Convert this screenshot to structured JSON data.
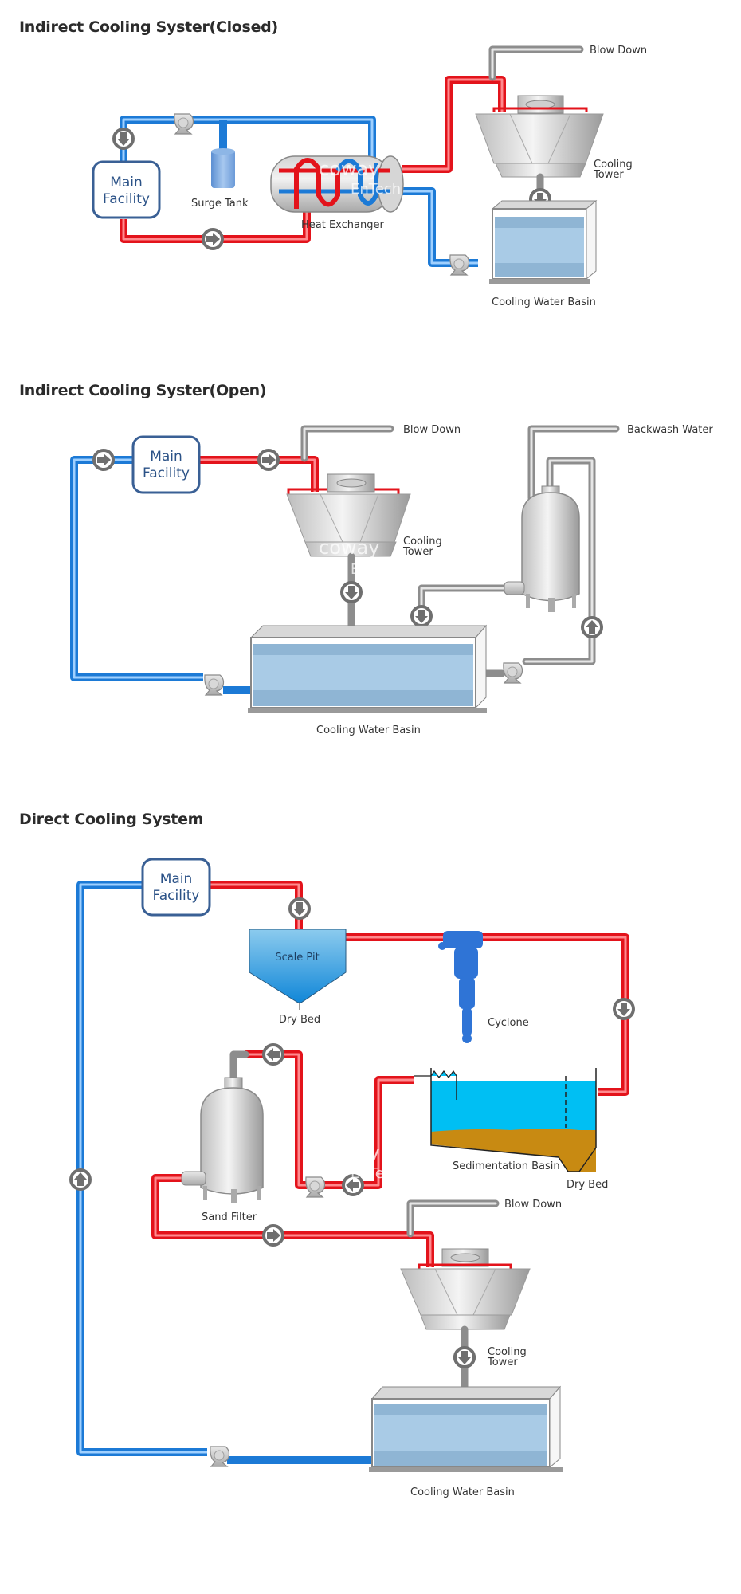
{
  "sections": [
    {
      "title": "Indirect Cooling Syster(Closed)",
      "labels": {
        "main_facility_line1": "Main",
        "main_facility_line2": "Facility",
        "surge_tank": "Surge Tank",
        "heat_exchanger": "Heat Exchanger",
        "blow_down": "Blow Down",
        "cooling_tower_line1": "Cooling",
        "cooling_tower_line2": "Tower",
        "cooling_water_basin": "Cooling Water Basin"
      }
    },
    {
      "title": "Indirect Cooling Syster(Open)",
      "labels": {
        "main_facility_line1": "Main",
        "main_facility_line2": "Facility",
        "blow_down": "Blow Down",
        "backwash_water": "Backwash Water",
        "cooling_tower_line1": "Cooling",
        "cooling_tower_line2": "Tower",
        "cooling_water_basin": "Cooling Water Basin"
      }
    },
    {
      "title": "Direct Cooling System",
      "labels": {
        "main_facility_line1": "Main",
        "main_facility_line2": "Facility",
        "scale_pit": "Scale Pit",
        "dry_bed_pit": "Dry Bed",
        "cyclone": "Cyclone",
        "sedimentation_basin": "Sedimentation Basin",
        "dry_bed_sed": "Dry Bed",
        "sand_filter": "Sand Filter",
        "blow_down": "Blow Down",
        "cooling_tower_line1": "Cooling",
        "cooling_tower_line2": "Tower",
        "cooling_water_basin": "Cooling Water Basin"
      }
    }
  ],
  "watermark": {
    "line1": "coway",
    "line2": "EnTech"
  },
  "colors": {
    "hot_pipe": "#e3131b",
    "cold_pipe": "#1c7ad6",
    "utility_pipe": "#8d8d8d",
    "facility_border": "#3a6095",
    "basin_water": "#a9cbe6",
    "sediment_water": "#00bff3",
    "sludge": "#c88a12"
  }
}
